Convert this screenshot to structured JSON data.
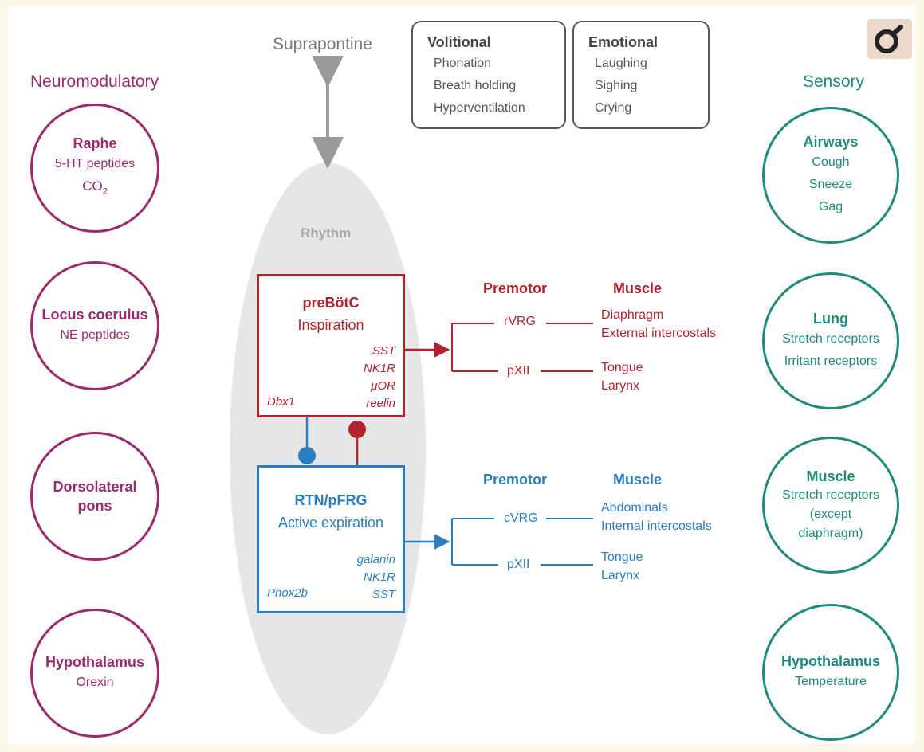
{
  "suprapontine": "Suprapontine",
  "volitional": {
    "title": "Volitional",
    "items": [
      "Phonation",
      "Breath holding",
      "Hyperventilation"
    ]
  },
  "emotional": {
    "title": "Emotional",
    "items": [
      "Laughing",
      "Sighing",
      "Crying"
    ]
  },
  "neuromodulatory": {
    "header": "Neuromodulatory",
    "raphe": {
      "title": "Raphe",
      "line1": "5-HT peptides",
      "line2": "CO",
      "line2_sub": "2"
    },
    "locus": {
      "title": "Locus coerulus",
      "line1": "NE peptides"
    },
    "pons": {
      "title_line1": "Dorsolateral",
      "title_line2": "pons"
    },
    "hypothalamus": {
      "title": "Hypothalamus",
      "line1": "Orexin"
    }
  },
  "sensory": {
    "header": "Sensory",
    "airways": {
      "title": "Airways",
      "items": [
        "Cough",
        "Sneeze",
        "Gag"
      ]
    },
    "lung": {
      "title": "Lung",
      "items": [
        "Stretch receptors",
        "Irritant receptors"
      ]
    },
    "muscle": {
      "title": "Muscle",
      "items": [
        "Stretch receptors",
        "(except",
        "diaphragm)"
      ]
    },
    "hypothalamus": {
      "title": "Hypothalamus",
      "items": [
        "Temperature"
      ]
    }
  },
  "rhythm": "Rhythm",
  "prebotc": {
    "title": "preBötC",
    "subtitle": "Inspiration",
    "markers": [
      "SST",
      "NK1R",
      "μOR",
      "reelin"
    ],
    "left_marker": "Dbx1"
  },
  "rtn": {
    "title": "RTN/pFRG",
    "subtitle": "Active expiration",
    "markers": [
      "galanin",
      "NK1R",
      "SST"
    ],
    "left_marker": "Phox2b"
  },
  "inspiratory_outputs": {
    "premotor_header": "Premotor",
    "muscle_header": "Muscle",
    "rows": [
      {
        "premotor": "rVRG",
        "muscles": [
          "Diaphragm",
          "External intercostals"
        ]
      },
      {
        "premotor": "pXII",
        "muscles": [
          "Tongue",
          "Larynx"
        ]
      }
    ]
  },
  "expiratory_outputs": {
    "premotor_header": "Premotor",
    "muscle_header": "Muscle",
    "rows": [
      {
        "premotor": "cVRG",
        "muscles": [
          "Abdominals",
          "Internal intercostals"
        ]
      },
      {
        "premotor": "pXII",
        "muscles": [
          "Tongue",
          "Larynx"
        ]
      }
    ]
  },
  "colors": {
    "purple": "#9b2a6c",
    "teal": "#1f8c7a",
    "red": "#b3232d",
    "blue": "#2a7ec0",
    "grey": "#9a9a9a"
  },
  "logo_icon": "lens-logo-icon"
}
